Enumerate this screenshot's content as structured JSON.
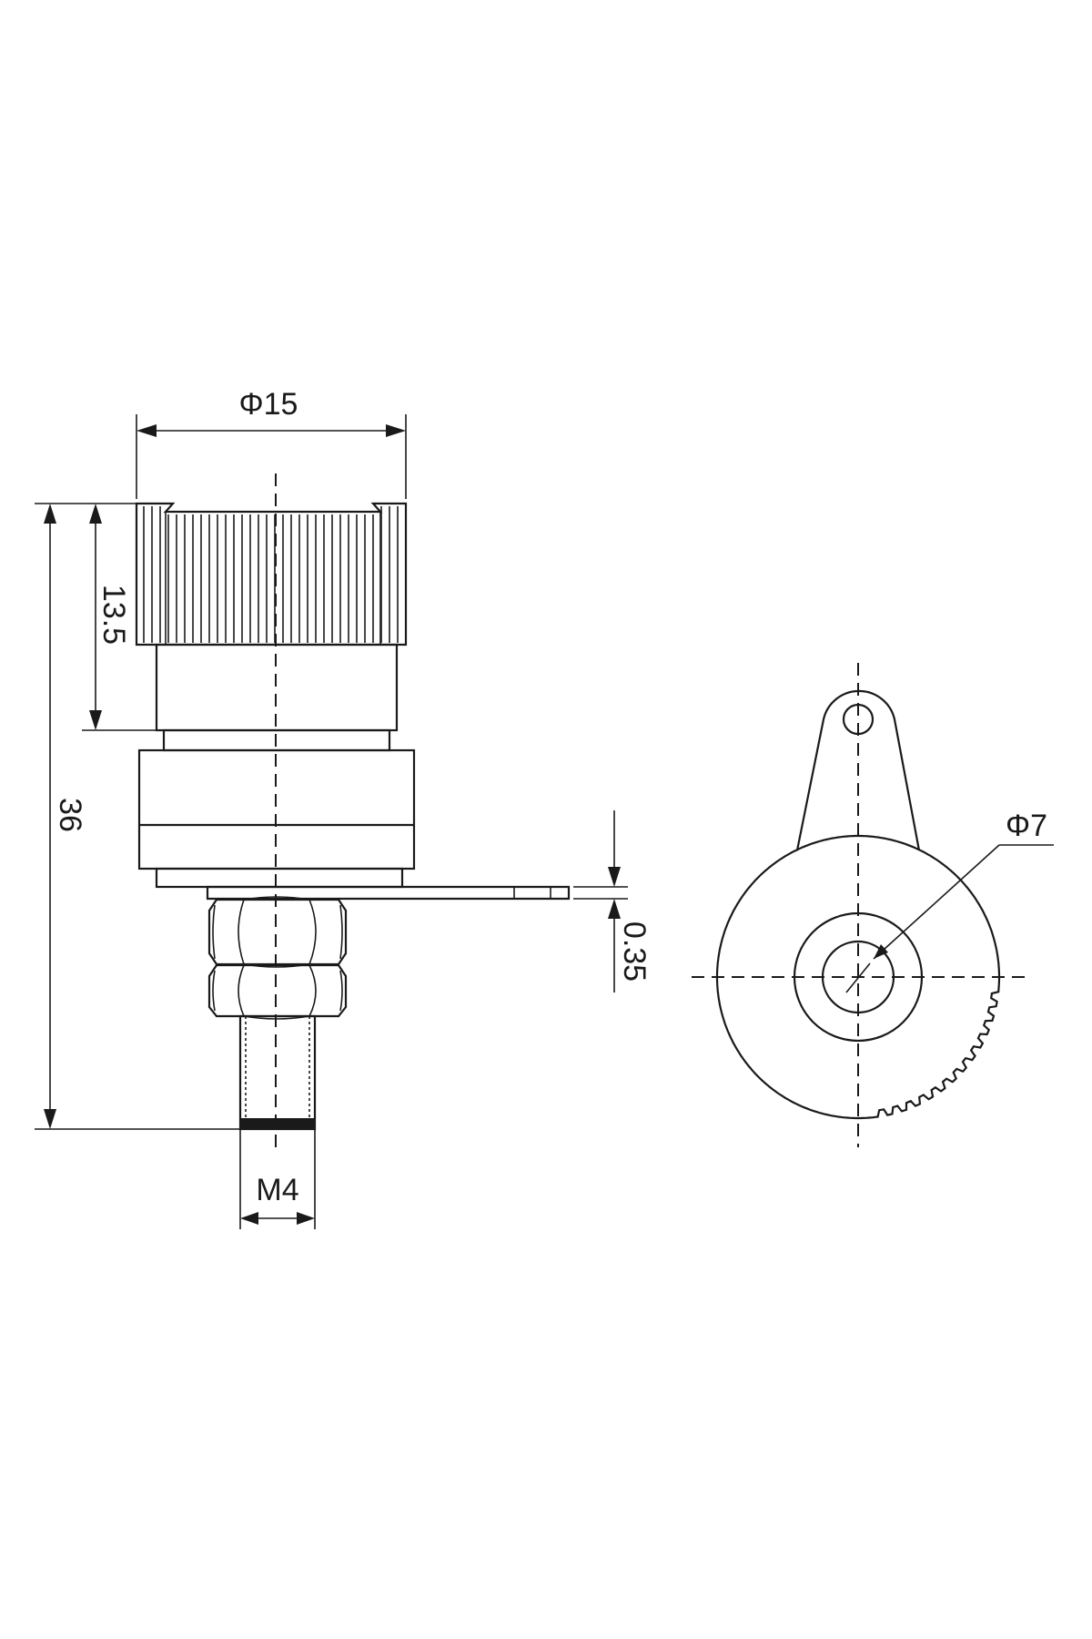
{
  "dimensions": {
    "knob_diameter": "Φ15",
    "knob_height": "13.5",
    "total_length": "36",
    "plate_thickness": "0.35",
    "thread": "M4",
    "bore_diameter": "Φ7"
  }
}
